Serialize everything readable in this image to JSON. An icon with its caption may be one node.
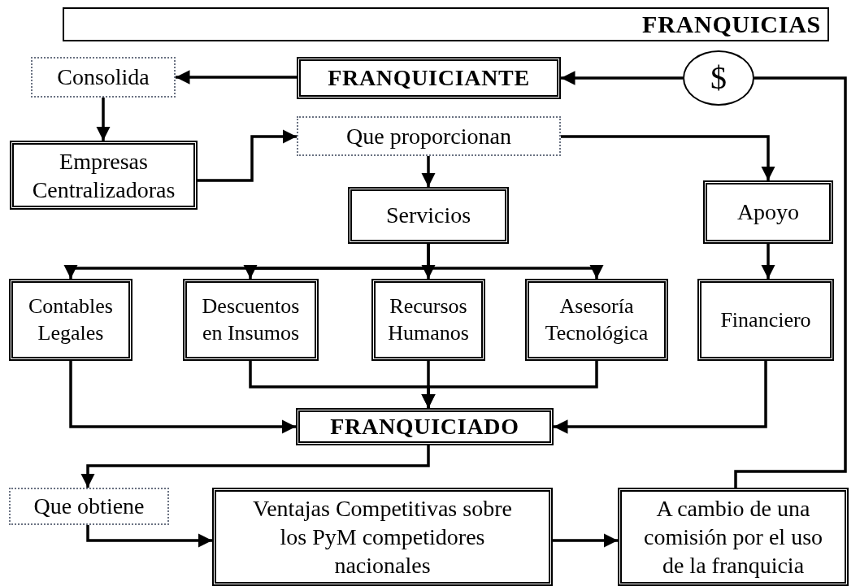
{
  "diagram": {
    "title": "FRANQUICIAS",
    "nodes": [
      {
        "text": [
          "Consolida"
        ]
      },
      {
        "text": [
          "FRANQUICIANTE"
        ]
      },
      {
        "text": [
          "$"
        ]
      },
      {
        "text": [
          "Empresas Centralizadoras"
        ]
      },
      {
        "text": [
          "Que proporcionan"
        ]
      },
      {
        "text": [
          "Servicios"
        ]
      },
      {
        "text": [
          "Apoyo"
        ]
      },
      {
        "text": [
          "Contables Legales"
        ]
      },
      {
        "text": [
          "Descuentos en Insumos"
        ]
      },
      {
        "text": [
          "Recursos Humanos"
        ]
      },
      {
        "text": [
          "Asesoría Tecnológica"
        ]
      },
      {
        "text": [
          "Financiero"
        ]
      },
      {
        "text": [
          "FRANQUICIADO"
        ]
      },
      {
        "text": [
          "Que obtiene"
        ]
      },
      {
        "text": [
          "Ventajas Competitivas sobre los PyM competidores nacionales"
        ]
      },
      {
        "text": [
          "A cambio de una comisión por el uso de la franquicia"
        ]
      }
    ],
    "edges": [
      {
        "from": 1,
        "to": 0,
        "arrow": "to"
      },
      {
        "from": 0,
        "to": 3,
        "arrow": "to"
      },
      {
        "from": 3,
        "to": 4,
        "arrow": "to"
      },
      {
        "from": 4,
        "to": 5,
        "arrow": "to"
      },
      {
        "from": 4,
        "to": 6,
        "arrow": "to"
      },
      {
        "from": 5,
        "to": 7,
        "arrow": "to"
      },
      {
        "from": 5,
        "to": 8,
        "arrow": "to"
      },
      {
        "from": 5,
        "to": 9,
        "arrow": "to"
      },
      {
        "from": 5,
        "to": 10,
        "arrow": "to"
      },
      {
        "from": 6,
        "to": 11,
        "arrow": "to"
      },
      {
        "from": 7,
        "to": 12,
        "arrow": "to"
      },
      {
        "from": 8,
        "to": 12,
        "arrow": "to"
      },
      {
        "from": 9,
        "to": 12,
        "arrow": "to"
      },
      {
        "from": 10,
        "to": 12,
        "arrow": "to"
      },
      {
        "from": 11,
        "to": 12,
        "arrow": "to"
      },
      {
        "from": 12,
        "to": 13,
        "arrow": "to"
      },
      {
        "from": 13,
        "to": 14,
        "arrow": "to"
      },
      {
        "from": 14,
        "to": 15,
        "arrow": "to"
      },
      {
        "from": 15,
        "to": 2,
        "arrow": "none"
      },
      {
        "from": 2,
        "to": 1,
        "arrow": "to"
      }
    ]
  }
}
